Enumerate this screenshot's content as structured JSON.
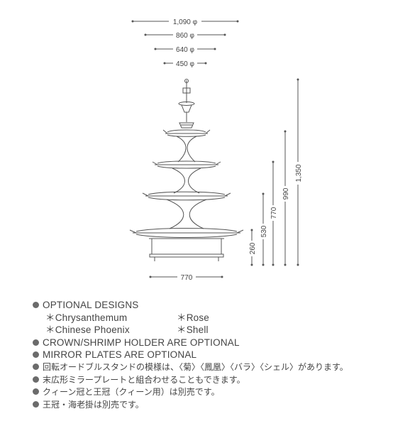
{
  "dimensions": {
    "top_widths": [
      "1,090 φ",
      "860 φ",
      "640 φ",
      "450 φ"
    ],
    "heights": [
      "1,350",
      "990",
      "770",
      "530",
      "260"
    ],
    "base_width": "770"
  },
  "notes": {
    "optional_designs": "OPTIONAL DESIGNS",
    "designs": [
      "＊Chrysanthemum",
      "＊Rose",
      "＊Chinese Phoenix",
      "＊Shell"
    ],
    "crown_holder": "CROWN/SHRIMP HOLDER ARE OPTIONAL",
    "mirror_plates": "MIRROR PLATES ARE OPTIONAL",
    "jp_designs": "回転オードブルスタンドの模様は、〈菊〉〈鳳凰〉〈バラ〉〈シェル〉があります。",
    "jp_mirror": "末広形ミラープレートと組合わせることもできます。",
    "jp_crown": "クィーン冠と王冠（クィーン用）は別売です。",
    "jp_shrimp": "王冠・海老掛は別売です。"
  },
  "colors": {
    "line": "#555555",
    "text": "#444444",
    "bullet": "#6b6b6b"
  }
}
